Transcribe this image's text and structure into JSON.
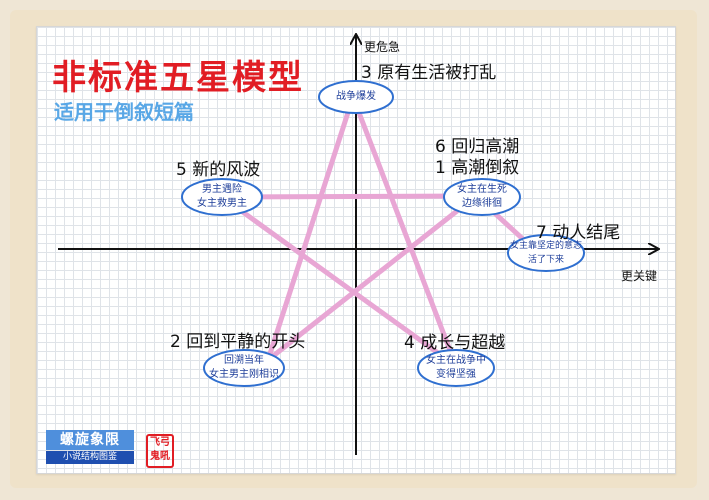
{
  "title": "非标准五星模型",
  "subtitle": "适用于倒叙短篇",
  "axes": {
    "y_label": "更危急",
    "x_label": "更关键"
  },
  "nodes": [
    {
      "id": "n3",
      "label": "3 原有生活被打乱",
      "note_lines": [
        "战争爆发"
      ]
    },
    {
      "id": "n6",
      "label": "6 回归高潮",
      "label2": "1 高潮倒叙",
      "note_lines": [
        "女主在生死",
        "边缘徘徊"
      ]
    },
    {
      "id": "n5",
      "label": "5 新的风波",
      "note_lines": [
        "男主遇险",
        "女主救男主"
      ]
    },
    {
      "id": "n7",
      "label": "7 动人结尾",
      "note_lines": [
        "女主靠坚定的意志",
        "活了下来"
      ]
    },
    {
      "id": "n2",
      "label": "2 回到平静的开头",
      "note_lines": [
        "回溯当年",
        "女主男主刚相识"
      ]
    },
    {
      "id": "n4",
      "label": "4 成长与超越",
      "note_lines": [
        "女主在战争中",
        "变得坚强"
      ]
    }
  ],
  "branding": {
    "logo_main": "螺旋象限",
    "logo_sub": "小说结构图鉴",
    "seal": "飞弓 鬼吼"
  },
  "colors": {
    "star": "#e8a6d4",
    "ellipse": "#2f6fd0",
    "title": "#e11d24",
    "subtitle": "#59a7e6"
  }
}
